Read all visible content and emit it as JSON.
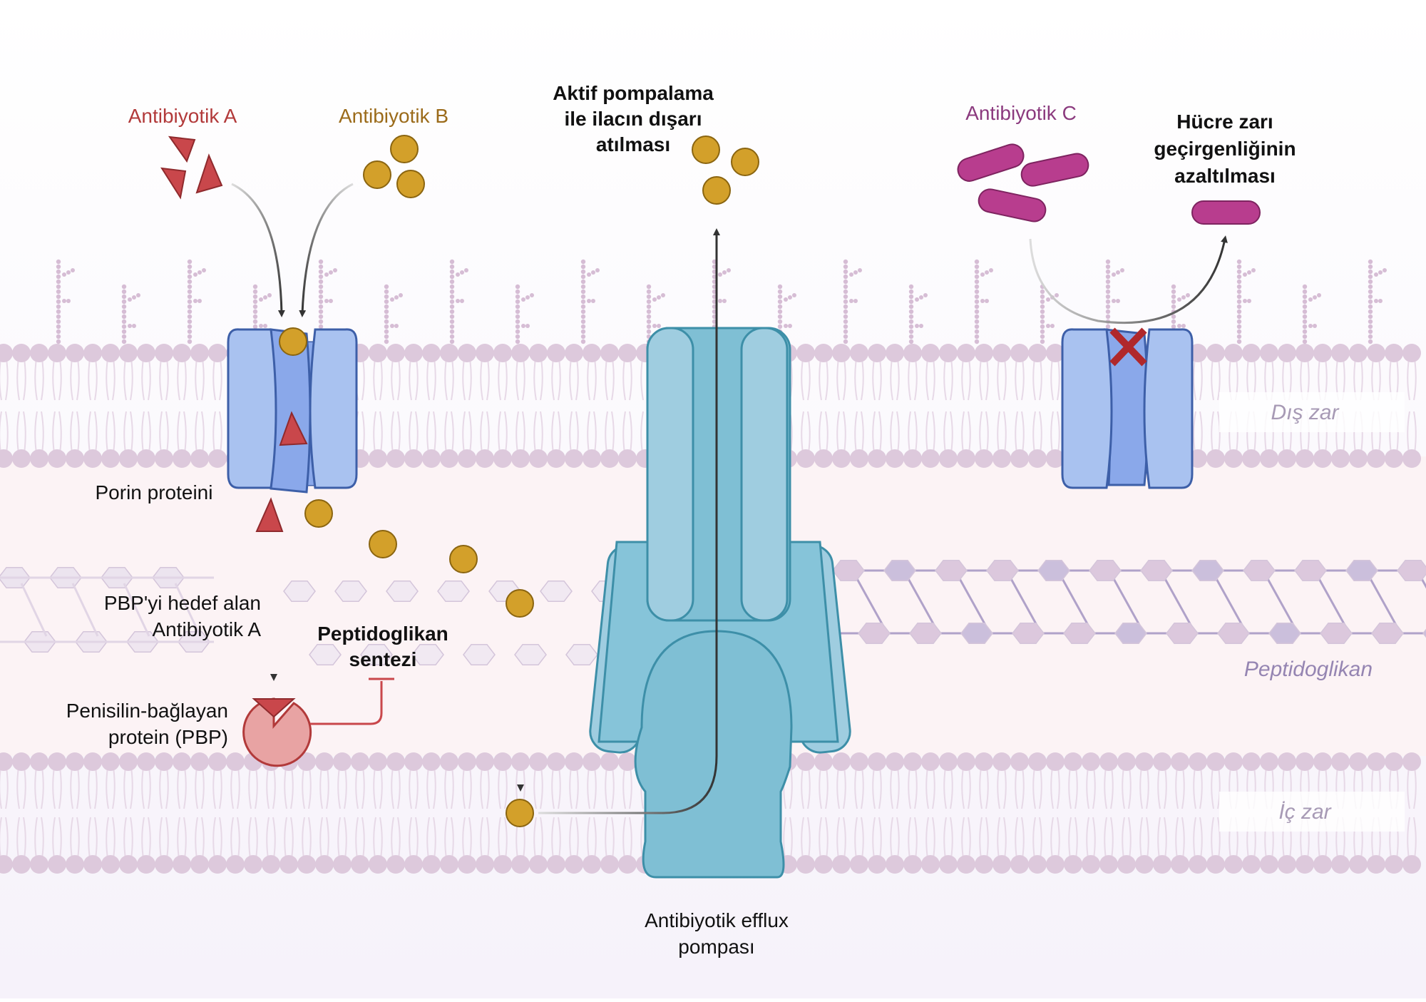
{
  "labels": {
    "antibiotic_a": "Antibiyotik A",
    "antibiotic_b": "Antibiyotik B",
    "antibiotic_c": "Antibiyotik C",
    "active_pumping": [
      "Aktif pompalama",
      "ile ilacın dışarı",
      "atılması"
    ],
    "reduced_permeability": [
      "Hücre zarı",
      "geçirgenliğinin",
      "azaltılması"
    ],
    "porin": "Porin proteini",
    "pbp_targeting": [
      "PBP'yi hedef alan",
      "Antibiyotik A"
    ],
    "pbp": [
      "Penisilin-bağlayan",
      "protein (PBP)"
    ],
    "pg_synthesis": [
      "Peptidoglikan",
      "sentezi"
    ],
    "efflux_pump": [
      "Antibiyotik efflux",
      "pompası"
    ],
    "outer_membrane": "Dış zar",
    "peptidoglycan": "Peptidoglikan",
    "inner_membrane": "İç zar"
  },
  "colors": {
    "antibiotic_a": "#c9474b",
    "antibiotic_b": "#d3a02a",
    "antibiotic_c": "#b83d8e",
    "porin": "#a9c2f0",
    "efflux": "#82c3d8",
    "lipid": "#ddc9dc",
    "pbp": "#e8a3a3"
  }
}
